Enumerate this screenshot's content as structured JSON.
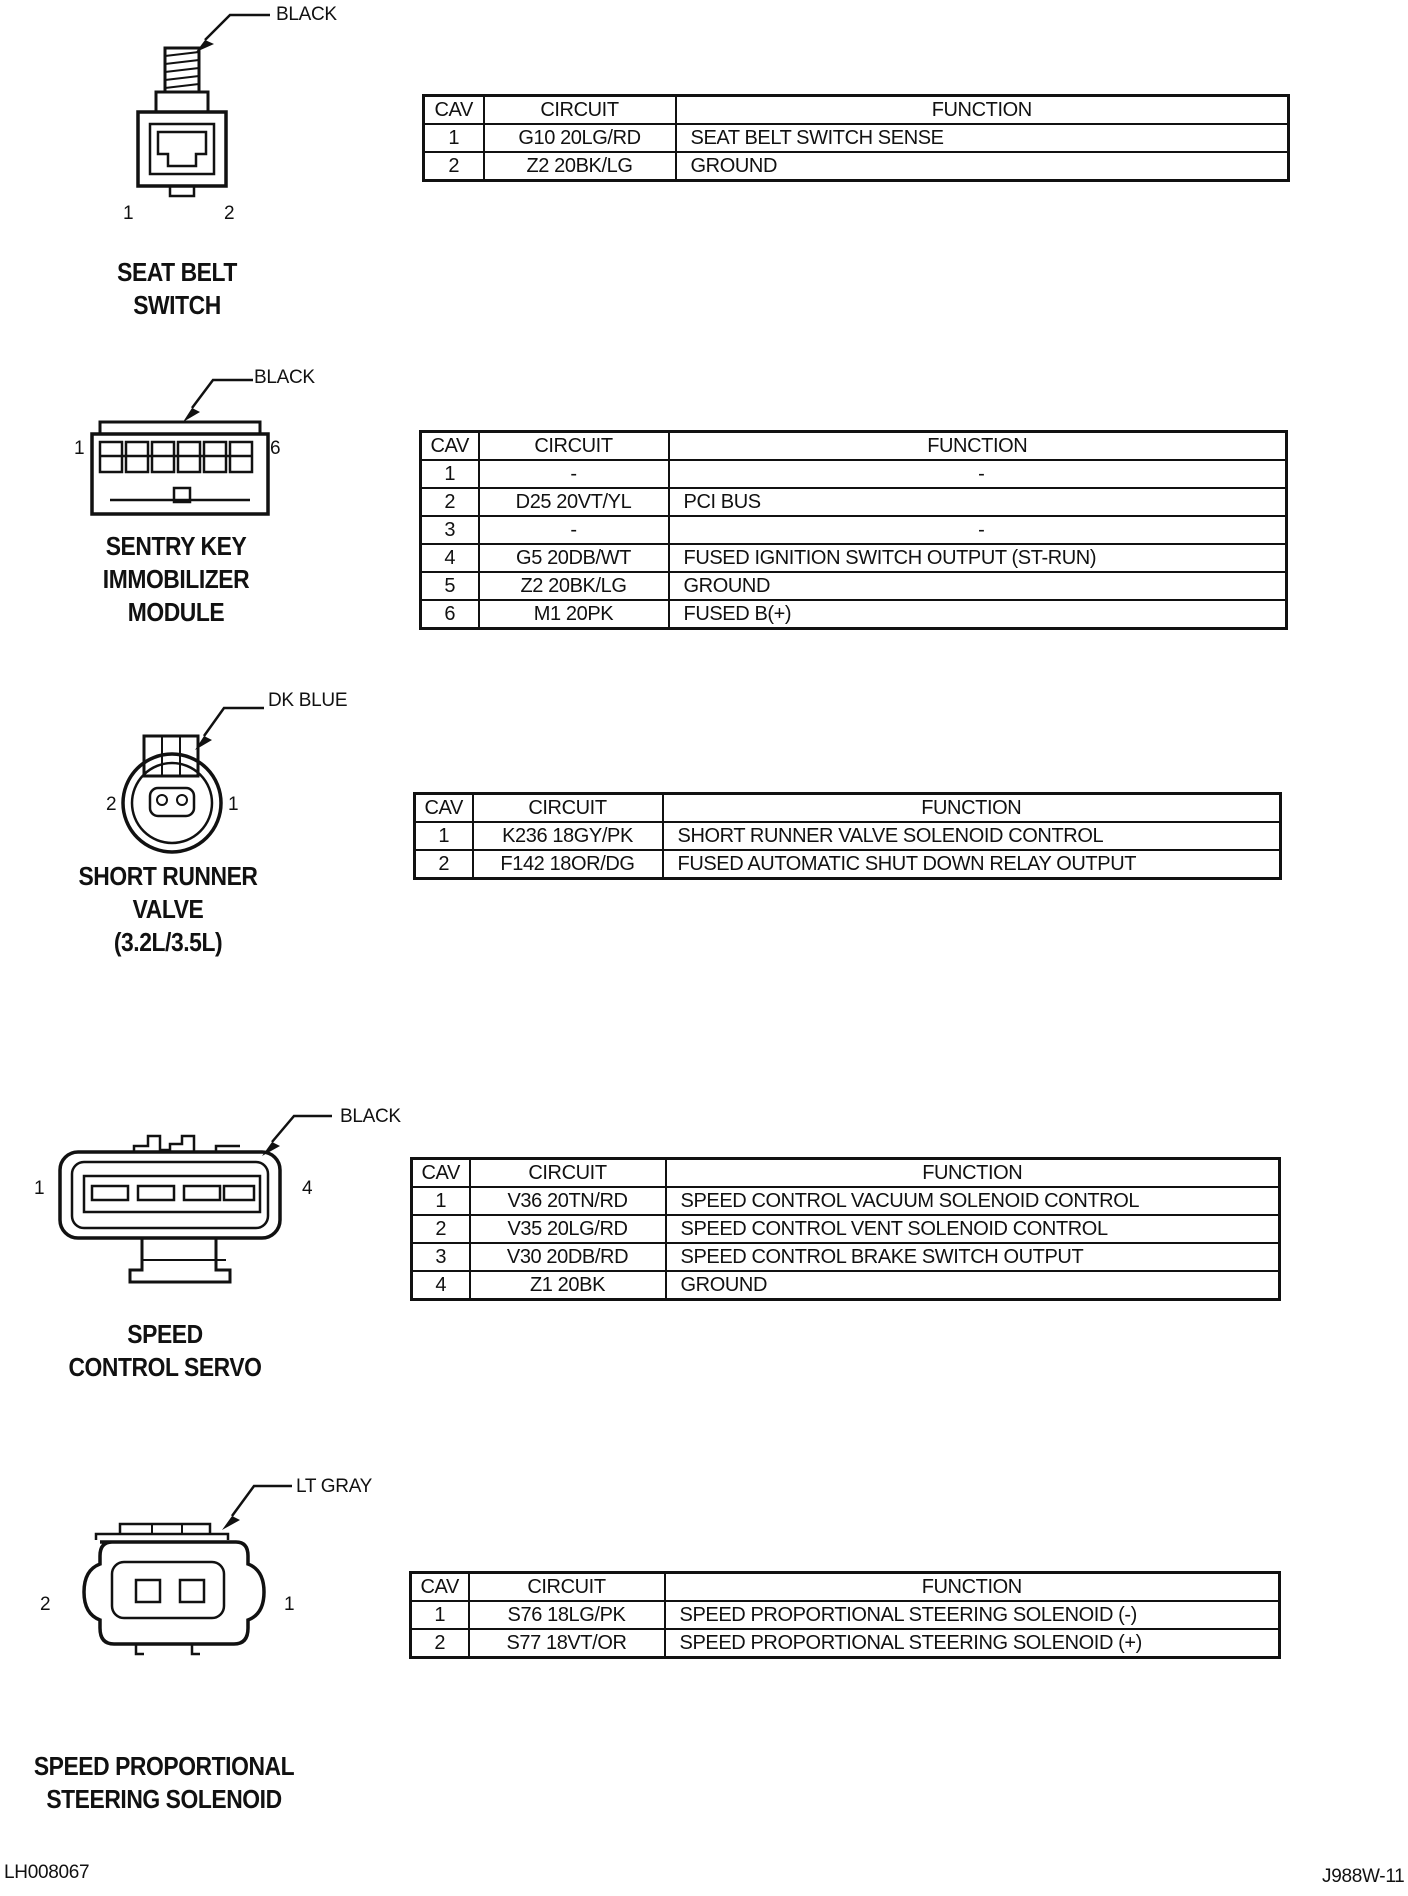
{
  "connectors": [
    {
      "title_lines": [
        "SEAT BELT",
        "SWITCH"
      ],
      "color": "BLACK",
      "pins": [
        "1",
        "2"
      ],
      "headers": {
        "cav": "CAV",
        "circuit": "CIRCUIT",
        "function": "FUNCTION"
      },
      "rows": [
        {
          "cav": "1",
          "circuit": "G10 20LG/RD",
          "function": "SEAT BELT SWITCH SENSE"
        },
        {
          "cav": "2",
          "circuit": "Z2 20BK/LG",
          "function": "GROUND"
        }
      ]
    },
    {
      "title_lines": [
        "SENTRY KEY",
        "IMMOBILIZER",
        "MODULE"
      ],
      "color": "BLACK",
      "pins": [
        "1",
        "6"
      ],
      "headers": {
        "cav": "CAV",
        "circuit": "CIRCUIT",
        "function": "FUNCTION"
      },
      "rows": [
        {
          "cav": "1",
          "circuit": "-",
          "function": "-"
        },
        {
          "cav": "2",
          "circuit": "D25 20VT/YL",
          "function": "PCI BUS"
        },
        {
          "cav": "3",
          "circuit": "-",
          "function": "-"
        },
        {
          "cav": "4",
          "circuit": "G5 20DB/WT",
          "function": "FUSED IGNITION SWITCH OUTPUT (ST-RUN)"
        },
        {
          "cav": "5",
          "circuit": "Z2 20BK/LG",
          "function": "GROUND"
        },
        {
          "cav": "6",
          "circuit": "M1 20PK",
          "function": "FUSED B(+)"
        }
      ]
    },
    {
      "title_lines": [
        "SHORT RUNNER",
        "VALVE",
        "(3.2L/3.5L)"
      ],
      "color": "DK BLUE",
      "pins": [
        "2",
        "1"
      ],
      "headers": {
        "cav": "CAV",
        "circuit": "CIRCUIT",
        "function": "FUNCTION"
      },
      "rows": [
        {
          "cav": "1",
          "circuit": "K236 18GY/PK",
          "function": "SHORT RUNNER VALVE SOLENOID CONTROL"
        },
        {
          "cav": "2",
          "circuit": "F142 18OR/DG",
          "function": "FUSED AUTOMATIC SHUT DOWN RELAY OUTPUT"
        }
      ]
    },
    {
      "title_lines": [
        "SPEED",
        "CONTROL SERVO"
      ],
      "color": "BLACK",
      "pins": [
        "1",
        "4"
      ],
      "headers": {
        "cav": "CAV",
        "circuit": "CIRCUIT",
        "function": "FUNCTION"
      },
      "rows": [
        {
          "cav": "1",
          "circuit": "V36 20TN/RD",
          "function": "SPEED CONTROL VACUUM SOLENOID CONTROL"
        },
        {
          "cav": "2",
          "circuit": "V35 20LG/RD",
          "function": "SPEED CONTROL VENT SOLENOID CONTROL"
        },
        {
          "cav": "3",
          "circuit": "V30 20DB/RD",
          "function": "SPEED CONTROL BRAKE SWITCH OUTPUT"
        },
        {
          "cav": "4",
          "circuit": "Z1 20BK",
          "function": "GROUND"
        }
      ]
    },
    {
      "title_lines": [
        "SPEED PROPORTIONAL",
        "STEERING SOLENOID"
      ],
      "color": "LT GRAY",
      "pins": [
        "2",
        "1"
      ],
      "headers": {
        "cav": "CAV",
        "circuit": "CIRCUIT",
        "function": "FUNCTION"
      },
      "rows": [
        {
          "cav": "1",
          "circuit": "S76 18LG/PK",
          "function": "SPEED PROPORTIONAL STEERING SOLENOID (-)"
        },
        {
          "cav": "2",
          "circuit": "S77 18VT/OR",
          "function": "SPEED PROPORTIONAL STEERING SOLENOID (+)"
        }
      ]
    }
  ],
  "footer": {
    "left": "LH008067",
    "right": "J988W-11"
  }
}
